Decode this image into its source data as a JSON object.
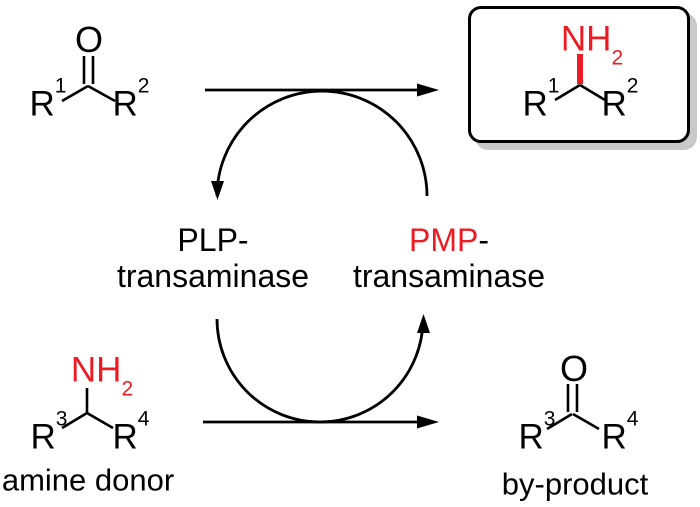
{
  "colors": {
    "ink": "#000000",
    "accent_red": "#ec1c24",
    "box_shadow": "#c9c9c9",
    "background": "#ffffff"
  },
  "scheme": {
    "substrate": {
      "oxygen": "O",
      "r_left_base": "R",
      "r_left_sup": "1",
      "r_right_base": "R",
      "r_right_sup": "2"
    },
    "product": {
      "amine_base": "NH",
      "amine_sub": "2",
      "r_left_base": "R",
      "r_left_sup": "1",
      "r_right_base": "R",
      "r_right_sup": "2"
    },
    "enzyme_plp": {
      "line1": "PLP-",
      "line2": "transaminase"
    },
    "enzyme_pmp": {
      "line1_highlight": "PMP",
      "line1_suffix": "-",
      "line2": "transaminase"
    },
    "amine_donor": {
      "amine_base": "NH",
      "amine_sub": "2",
      "r_left_base": "R",
      "r_left_sup": "3",
      "r_right_base": "R",
      "r_right_sup": "4",
      "caption": "amine donor"
    },
    "byproduct": {
      "oxygen": "O",
      "r_left_base": "R",
      "r_left_sup": "3",
      "r_right_base": "R",
      "r_right_sup": "4",
      "caption": "by-product"
    }
  }
}
